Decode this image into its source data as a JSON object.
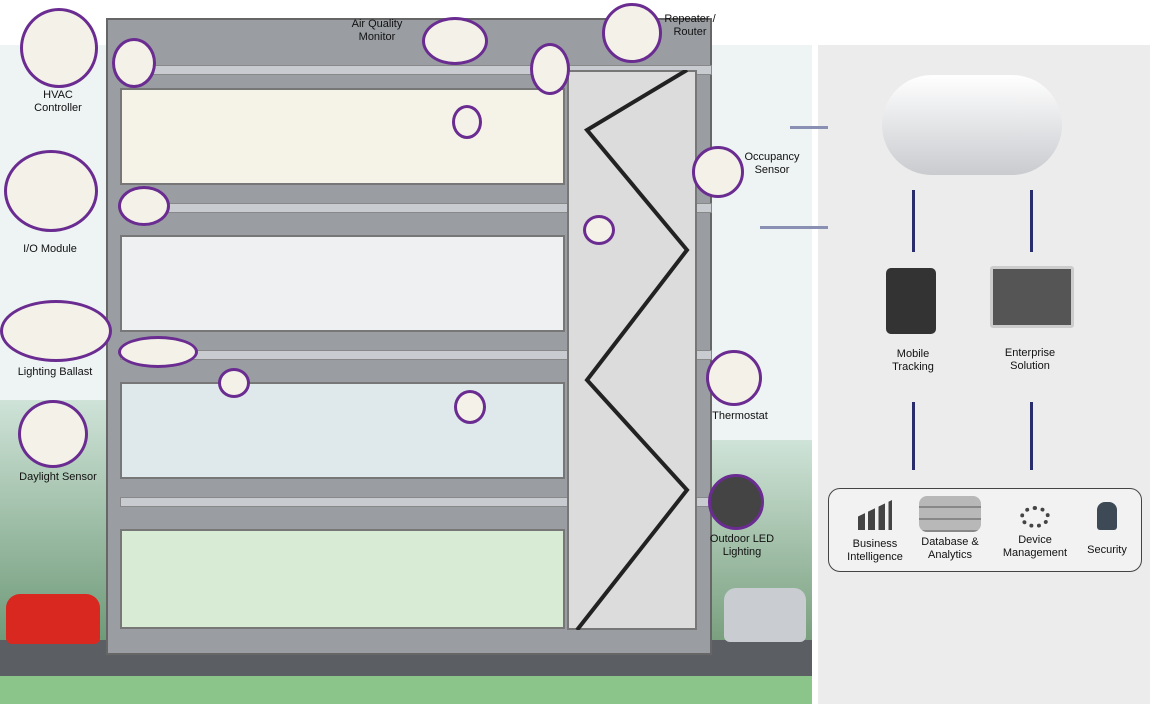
{
  "callouts": {
    "hvac": "HVAC\nController",
    "io_module": "I/O Module",
    "ballast": "Lighting Ballast",
    "daylight": "Daylight Sensor",
    "air_quality": "Air Quality\nMonitor",
    "repeater": "Repeater /\nRouter",
    "occupancy": "Occupancy\nSensor",
    "thermostat": "Thermostat",
    "outdoor_led": "Outdoor LED\nLighting"
  },
  "cloud_side": {
    "mobile": "Mobile\nTracking",
    "enterprise": "Enterprise\nSolution",
    "services": [
      {
        "label": "Business\nIntelligence",
        "icon": "bar-chart-icon"
      },
      {
        "label": "Database &\nAnalytics",
        "icon": "database-icon"
      },
      {
        "label": "Device\nManagement",
        "icon": "gears-icon"
      },
      {
        "label": "Security",
        "icon": "lock-icon"
      }
    ]
  },
  "colors": {
    "callout": "#6a2c91",
    "arrow": "#2a2d6b",
    "building": "#9a9ea3",
    "grass": "#8cc58a"
  }
}
